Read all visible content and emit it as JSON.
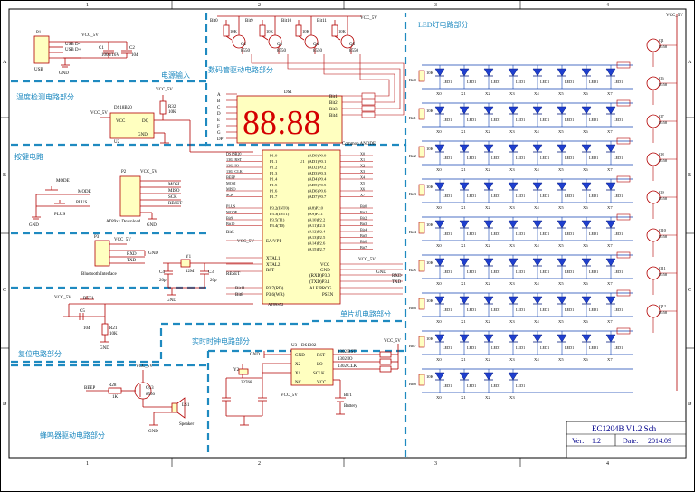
{
  "sheet": {
    "border_numbers": [
      "1",
      "2",
      "3",
      "4"
    ],
    "border_letters": [
      "A",
      "B",
      "C",
      "D"
    ]
  },
  "sections": {
    "power": "电源输入",
    "temp": "温度检测电路部分",
    "keys": "按键电路",
    "reset": "复位电路部分",
    "buzzer": "蜂鸣器驱动电路部分",
    "segment": "数码管驱动电路部分",
    "led": "LED灯电路部分",
    "mcu": "单片机电路部分",
    "rtc": "实时时钟电路部分"
  },
  "parts": {
    "p1": "P1",
    "usb_port": "USB",
    "usb_pins": [
      "USB D-",
      "USB D+"
    ],
    "vcc5": "VCC_5V",
    "gnd": "GND",
    "c1": "C1",
    "c1_val": "100u/16V",
    "c2": "C2",
    "c2_val": "104",
    "ds18b20": "DS18B20",
    "r32": "R32",
    "r32_val": "10K",
    "vcc": "VCC",
    "dq": "DQ",
    "u2": "U2",
    "p2": "P2",
    "p2_pins": [
      "MOSI",
      "MISO",
      "SCK",
      "RESET"
    ],
    "p2_name": "AT89xx Download",
    "mode": "MODE",
    "plus": "PLUS",
    "p3": "P3",
    "p3_pins": [
      "RXD",
      "TXD"
    ],
    "bt": "Bluetooth Interface",
    "y1": "Y1",
    "y1_val": "12M",
    "c4": "C4",
    "c3": "C3",
    "cap20": "20p",
    "rst1": "RST1",
    "c5": "C5",
    "c5_val": "104",
    "r21": "R21",
    "r21_val": "10K",
    "r28": "R28",
    "r28_val": "1K",
    "q13": "Q13",
    "q13_val": "8550",
    "beep": "BEEP",
    "ls1": "LS1",
    "speaker": "Speaker",
    "bit_labels": [
      "Bit0",
      "Bit9",
      "Bit10",
      "Bit11"
    ],
    "seg_trans": [
      "Q2",
      "Q3",
      "Q4",
      "Q5"
    ],
    "seg_res": [
      "R33",
      "R34",
      "R35",
      "R36"
    ],
    "ds1": "DS1",
    "ds1_digits": "88:88",
    "com_anode": "Common ANODE",
    "seg_letters": [
      "A",
      "B",
      "C",
      "D",
      "E",
      "F",
      "G",
      "DP"
    ],
    "seg_bits": [
      "Bit1",
      "Bit2",
      "Bit3",
      "Bit4"
    ],
    "u1": "U1",
    "u1_name": "AT89S52",
    "u1_left": [
      "P1.0",
      "P1.1",
      "P1.2",
      "P1.3",
      "P1.4",
      "P1.5",
      "P1.6",
      "P1.7"
    ],
    "u1_left_nets": [
      "DS18B20",
      "1302 RST",
      "1302 IO",
      "1302 CLK",
      "BEEP",
      "MOSI",
      "MISO",
      "SCK"
    ],
    "u1_right": [
      "(AD0)P0.0",
      "(AD1)P0.1",
      "(AD2)P0.2",
      "(AD3)P0.3",
      "(AD4)P0.4",
      "(AD5)P0.5",
      "(AD6)P0.6",
      "(AD7)P0.7"
    ],
    "u1_left2": [
      "P3.2(INT0)",
      "P3.3(INT1)",
      "P3.5(T1)",
      "P3.4(T0)"
    ],
    "u1_left2_nets": [
      "PLUS",
      "MODE",
      "Bit9",
      "Bit10"
    ],
    "u1_right2": [
      "(A8)P2.0",
      "(A9)P2.1",
      "(A10)P2.2",
      "(A11)P2.3",
      "(A12)P2.4",
      "(A13)P2.5",
      "(A14)P2.6",
      "(A15)P2.7"
    ],
    "u1_right2_nets": [
      "Bit0",
      "Bit1",
      "Bit2",
      "Bit3",
      "Bit4",
      "Bit5",
      "Bit6",
      "Bit7"
    ],
    "u1_misc": [
      "EA/VPP",
      "XTAL1",
      "XTAL2",
      "RST",
      "P3.7(RD)",
      "P3.6(WR)"
    ],
    "u1_misc_r": [
      "VCC",
      "GND",
      "(RXD)P3.0",
      "(TXD)P3.1",
      "ALE/PROG",
      "PSEN"
    ],
    "u3": "U3",
    "u3_name": "DS1302",
    "u3_pins_l": [
      "GND",
      "X2",
      "X1",
      "NC"
    ],
    "u3_pins_r": [
      "RST",
      "I/O",
      "SCLK",
      "VCC"
    ],
    "u3_nets": [
      "1302 RST",
      "1302 IO",
      "1302 CLK"
    ],
    "y2": "Y2",
    "y2_val": "32768",
    "bt1": "BT1",
    "battery": "Battery",
    "led_rows": [
      [
        "X0",
        "X1",
        "X2",
        "X3",
        "X4",
        "X5",
        "X6",
        "X7"
      ],
      [
        "X0",
        "X1",
        "X2",
        "X3",
        "X4",
        "X5",
        "X6",
        "X7"
      ]
    ],
    "led_name": "LED1",
    "row_bits": [
      "Bit0",
      "Bit1",
      "Bit2",
      "Bit3",
      "Bit4",
      "Bit5",
      "Bit6",
      "Bit7",
      "Bit8"
    ],
    "row_trans": [
      "Q1",
      "Q6",
      "Q7",
      "Q8",
      "Q9",
      "Q10",
      "Q11",
      "Q12"
    ],
    "q8550": "8550",
    "k10": "10K"
  },
  "title_block": {
    "name": "EC1204B V1.2 Sch",
    "ver_label": "Ver:",
    "ver": "1.2",
    "date_label": "Date:",
    "date": "2014.09"
  }
}
